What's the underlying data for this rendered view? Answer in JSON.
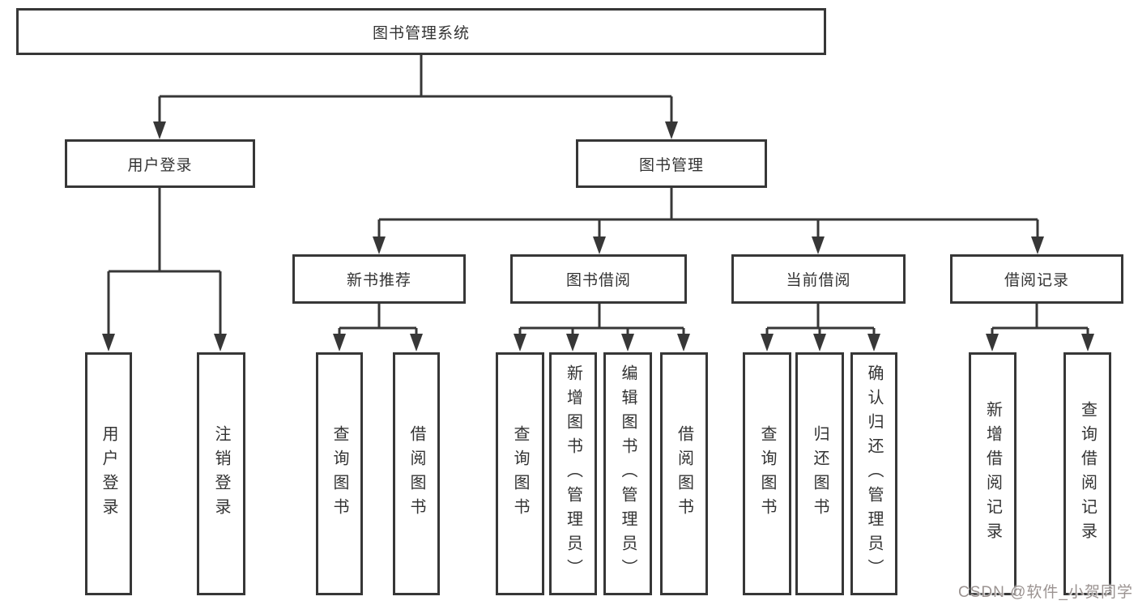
{
  "tree": {
    "root": {
      "label": "图书管理系统"
    },
    "branches": [
      {
        "label": "用户登录",
        "children": [
          {
            "label": "用户登录"
          },
          {
            "label": "注销登录"
          }
        ]
      },
      {
        "label": "图书管理",
        "children": [
          {
            "label": "新书推荐",
            "children": [
              {
                "label": "查询图书"
              },
              {
                "label": "借阅图书"
              }
            ]
          },
          {
            "label": "图书借阅",
            "children": [
              {
                "label": "查询图书"
              },
              {
                "label": "新增图书（管理员）"
              },
              {
                "label": "编辑图书（管理员）"
              },
              {
                "label": "借阅图书"
              }
            ]
          },
          {
            "label": "当前借阅",
            "children": [
              {
                "label": "查询图书"
              },
              {
                "label": "归还图书"
              },
              {
                "label": "确认归还（管理员）"
              }
            ]
          },
          {
            "label": "借阅记录",
            "children": [
              {
                "label": "新增借阅记录"
              },
              {
                "label": "查询借阅记录"
              }
            ]
          }
        ]
      }
    ]
  },
  "watermark": {
    "text": "CSDN @软件_小贺同学"
  },
  "colors": {
    "line": "#373737",
    "text": "#333333",
    "background": "#ffffff",
    "watermark": "#9b9391"
  }
}
